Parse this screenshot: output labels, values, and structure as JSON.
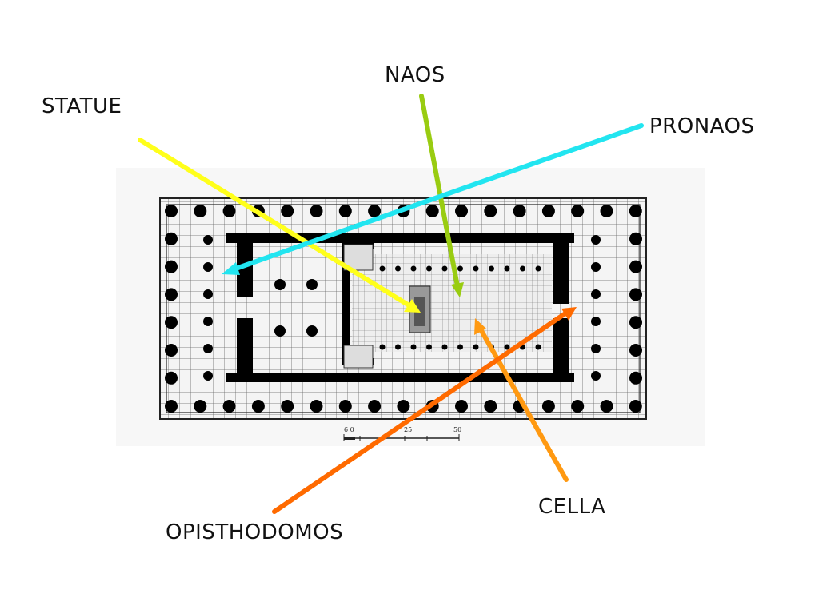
{
  "labels": {
    "naos": "NAOS",
    "statue": "STATUE",
    "pronaos": "PRONAOS",
    "cella": "CELLA",
    "opisthodomos": "OPISTHODOMOS"
  },
  "scale_bar": {
    "ticks": [
      "6 0",
      "25",
      "50"
    ]
  },
  "arrow_colors": {
    "statue": "#ffff1a",
    "naos": "#99cc11",
    "pronaos": "#22e5f0",
    "cella": "#ff9911",
    "opisthodomos": "#ff6a00"
  },
  "plan_colors": {
    "wall": "#000000",
    "grid_line": "#555555",
    "paper": "#f4f4f4"
  }
}
